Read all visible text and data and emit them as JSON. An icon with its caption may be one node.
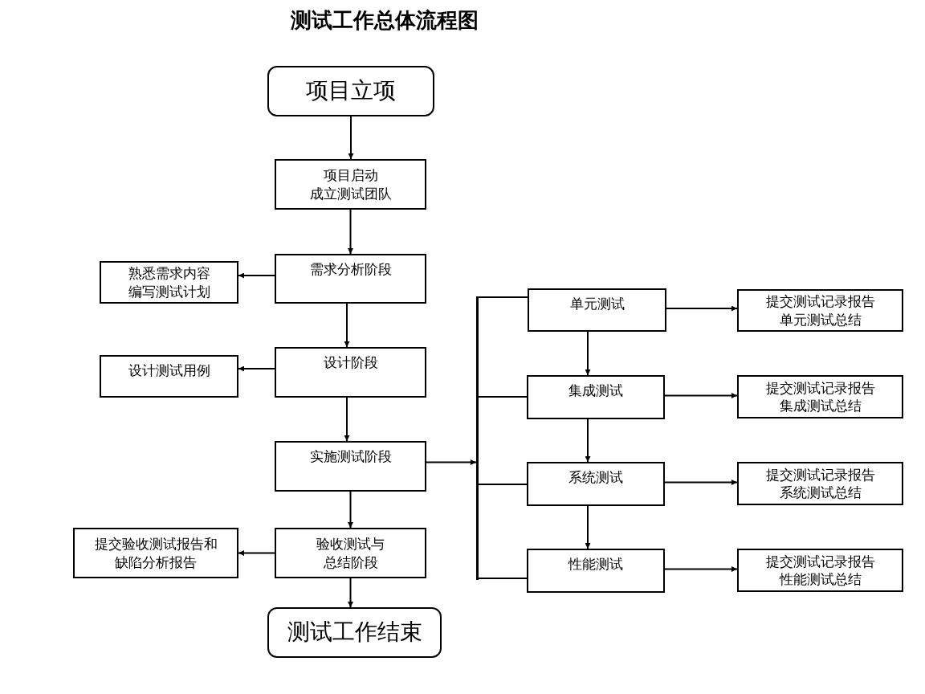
{
  "diagram": {
    "title": "测试工作总体流程图",
    "nodes": [
      {
        "text": [
          "项目立项"
        ]
      },
      {
        "text": [
          "项目启动",
          "成立测试团队"
        ]
      },
      {
        "text": [
          "需求分析阶段"
        ]
      },
      {
        "text": [
          "熟悉需求内容",
          "编写测试计划"
        ]
      },
      {
        "text": [
          "设计阶段"
        ]
      },
      {
        "text": [
          "设计测试用例"
        ]
      },
      {
        "text": [
          "实施测试阶段"
        ]
      },
      {
        "text": [
          "验收测试与总结阶段"
        ]
      },
      {
        "text": [
          "提交验收测试报告和缺陷分析报告"
        ]
      },
      {
        "text": [
          "测试工作结束"
        ]
      },
      {
        "text": [
          "单元测试"
        ]
      },
      {
        "text": [
          "提交测试记录报告",
          "单元测试总结"
        ]
      },
      {
        "text": [
          "集成测试"
        ]
      },
      {
        "text": [
          "提交测试记录报告",
          "集成测试总结"
        ]
      },
      {
        "text": [
          "系统测试"
        ]
      },
      {
        "text": [
          "提交测试记录报告",
          "系统测试总结"
        ]
      },
      {
        "text": [
          "性能测试"
        ]
      },
      {
        "text": [
          "提交测试记录报告",
          "性能测试总结"
        ]
      },
      {
        "text": [],
        "shape": "bar"
      }
    ],
    "edges": [
      {
        "from": 0,
        "to": 1,
        "arrow": "to"
      },
      {
        "from": 1,
        "to": 2,
        "arrow": "to"
      },
      {
        "from": 2,
        "to": 3,
        "arrow": "to"
      },
      {
        "from": 2,
        "to": 4,
        "arrow": "to"
      },
      {
        "from": 4,
        "to": 5,
        "arrow": "to"
      },
      {
        "from": 4,
        "to": 6,
        "arrow": "to"
      },
      {
        "from": 6,
        "to": 7,
        "arrow": "to"
      },
      {
        "from": 7,
        "to": 8,
        "arrow": "to"
      },
      {
        "from": 7,
        "to": 9,
        "arrow": "to"
      },
      {
        "from": 6,
        "to": 18,
        "arrow": "to"
      },
      {
        "from": 18,
        "to": 10,
        "arrow": "none"
      },
      {
        "from": 18,
        "to": 12,
        "arrow": "none"
      },
      {
        "from": 18,
        "to": 14,
        "arrow": "none"
      },
      {
        "from": 18,
        "to": 16,
        "arrow": "none"
      },
      {
        "from": 10,
        "to": 12,
        "arrow": "to"
      },
      {
        "from": 12,
        "to": 14,
        "arrow": "to"
      },
      {
        "from": 14,
        "to": 16,
        "arrow": "to"
      },
      {
        "from": 10,
        "to": 11,
        "arrow": "to"
      },
      {
        "from": 12,
        "to": 13,
        "arrow": "to"
      },
      {
        "from": 14,
        "to": 15,
        "arrow": "to"
      },
      {
        "from": 16,
        "to": 17,
        "arrow": "to"
      }
    ]
  }
}
